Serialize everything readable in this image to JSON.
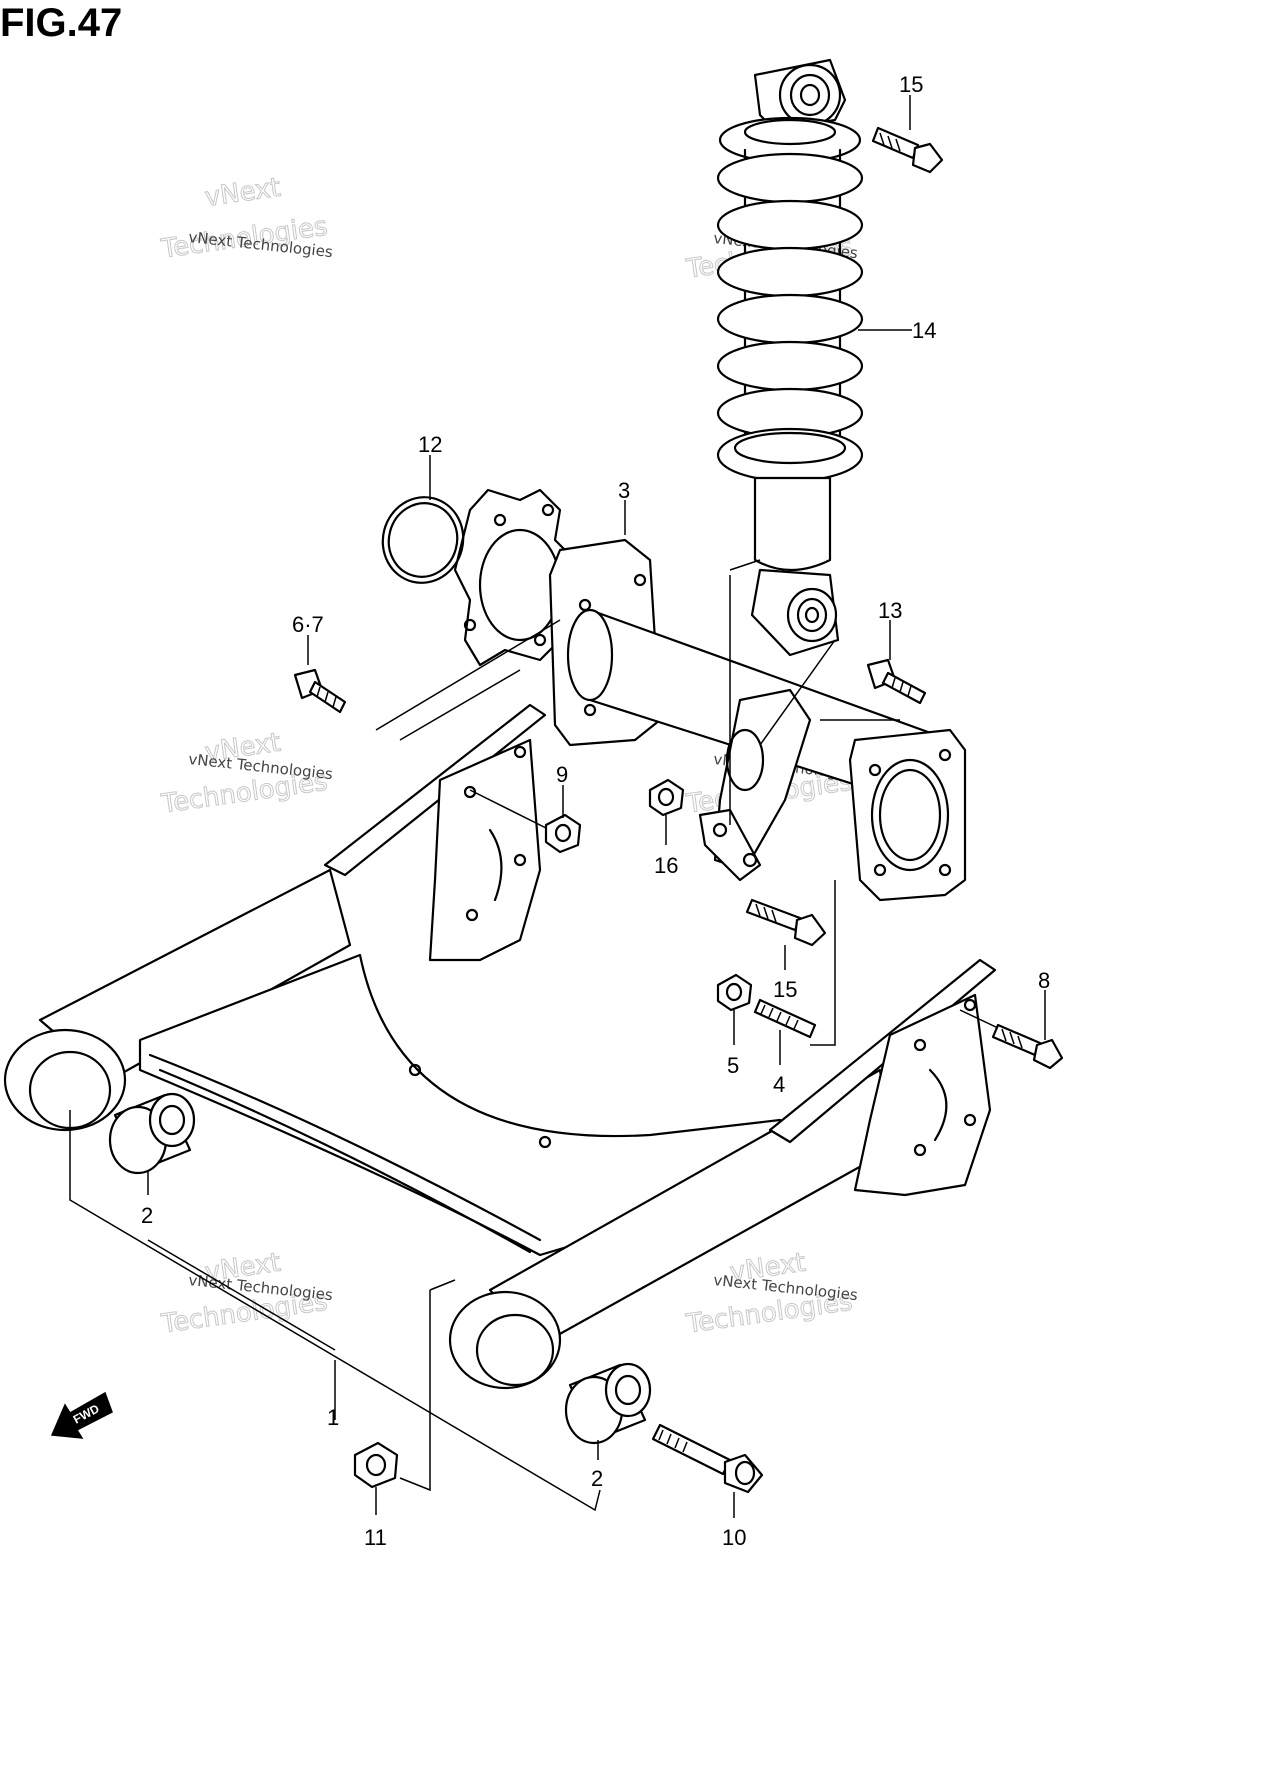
{
  "figure": {
    "title": "FIG.47"
  },
  "callouts": {
    "c1": "1",
    "c2a": "2",
    "c2b": "2",
    "c3": "3",
    "c4": "4",
    "c5": "5",
    "c67": "6·7",
    "c8": "8",
    "c9": "9",
    "c10": "10",
    "c11": "11",
    "c12": "12",
    "c13": "13",
    "c14": "14",
    "c15a": "15",
    "c15b": "15",
    "c16": "16"
  },
  "watermark": {
    "line1": "vNext Technologies",
    "line2": "vNext",
    "line3": "Technologies"
  },
  "fwd_label": "FWD"
}
